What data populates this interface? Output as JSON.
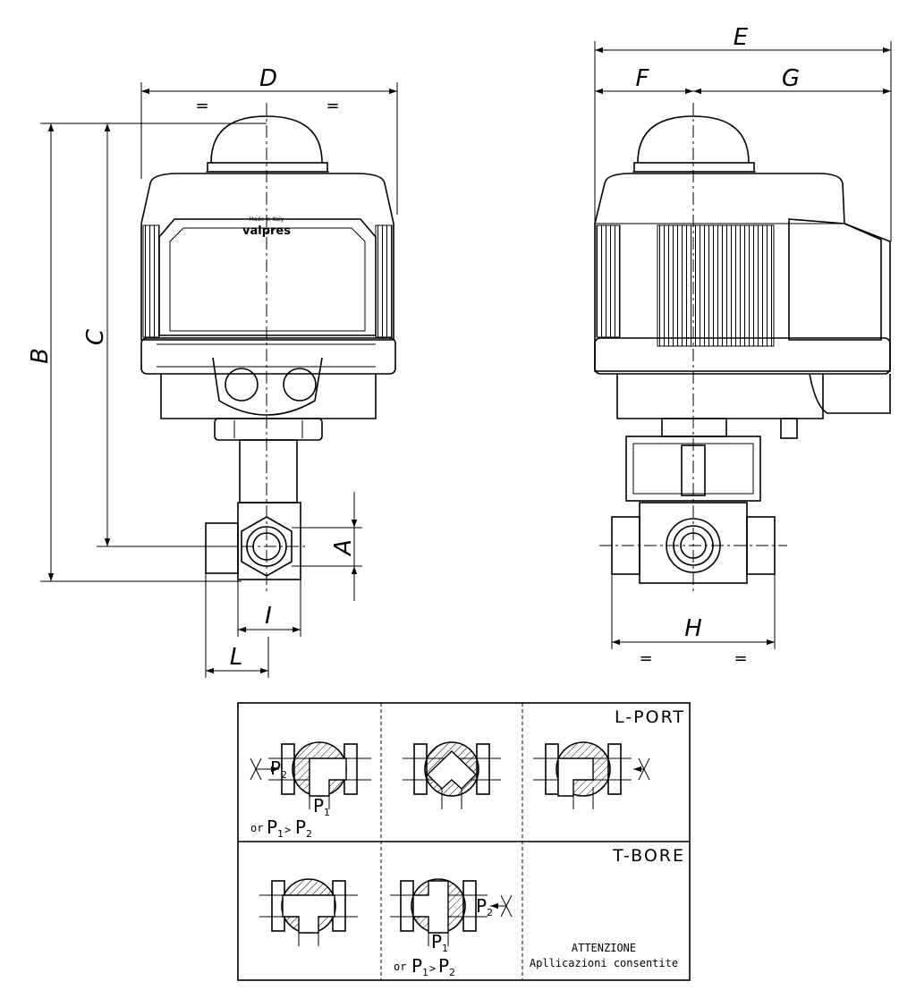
{
  "dimensions": {
    "A": "A",
    "B": "B",
    "C": "C",
    "D": "D",
    "E": "E",
    "F": "F",
    "G": "G",
    "H": "H",
    "I": "I",
    "L": "L",
    "equal_mark": "="
  },
  "actuator": {
    "brand_logo": "valpres",
    "brand_caption": "Made in Italy"
  },
  "table": {
    "l_port_title": "L-PORT",
    "t_bore_title": "T-BORE",
    "p1": "P",
    "p1_sub": "1",
    "p2": "P",
    "p2_sub": "2",
    "or_label": "or",
    "gt": ">",
    "note_line1": "ATTENZIONE",
    "note_line2": "Apllicazioni consentite"
  },
  "icons": {
    "dimension_arrow": "arrowhead-icon",
    "flow_block": "x-cross-icon",
    "pressure_arrow": "arrow-icon"
  }
}
